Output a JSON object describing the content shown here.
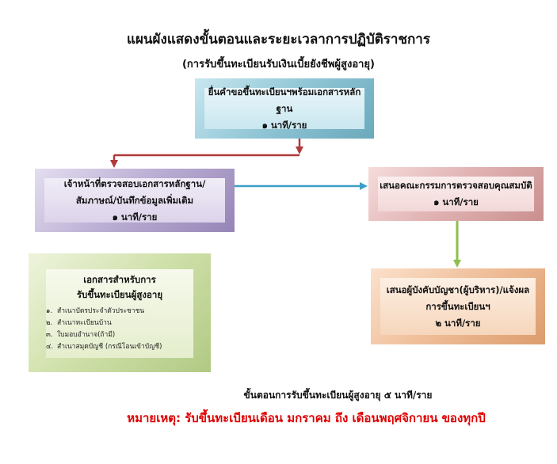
{
  "title": "แผนผังแสดงขั้นตอนและระยะเวลาการปฏิบัติราชการ",
  "subtitle": "(การรับขึ้นทะเบียนรับเงินเบี้ยยังชีพผู้สูงอายุ)",
  "steps": {
    "submit": {
      "line1": "ยื่นคำขอขึ้นทะเบียนฯพร้อมเอกสารหลักฐาน",
      "time": "๑ นาที/ราย"
    },
    "officer": {
      "line1": "เจ้าหน้าที่ตรวจสอบเอกสารหลักฐาน/",
      "line2": "สัมภาษณ์/บันทึกข้อมูลเพิ่มเติม",
      "time": "๑ นาที/ราย"
    },
    "committee": {
      "line1": "เสนอคณะกรรมการตรวจสอบคุณสมบัติ",
      "time": "๑ นาที/ราย"
    },
    "report": {
      "line1": "เสนอผู้บังคับบัญชา(ผู้บริหาร)/แจ้งผล",
      "line2": "การขึ้นทะเบียนฯ",
      "time": "๒ นาที/ราย"
    }
  },
  "documents": {
    "title_line1": "เอกสารสำหรับการ",
    "title_line2": "รับขึ้นทะเบียนผู้สูงอายุ",
    "items": [
      {
        "num": "๑.",
        "text": "สำเนาบัตรประจำตัวประชาชน"
      },
      {
        "num": "๒.",
        "text": "สำเนาทะเบียนบ้าน"
      },
      {
        "num": "๓.",
        "text": "ใบมอบอำนาจ(ถ้ามี)"
      },
      {
        "num": "๔.",
        "text": "สำเนาสมุดบัญชี (กรณีโอนเข้าบัญชี)"
      }
    ]
  },
  "footer": "ขั้นตอนการรับขึ้นทะเบียนผู้สูงอายุ   ๕ นาที/ราย",
  "note": "หมายเหตุ: รับขึ้นทะเบียนเดือน มกราคม ถึง เดือนพฤศจิกายน ของทุกปี",
  "colors": {
    "arrow_red": "#b03a3a",
    "arrow_blue": "#3e9fc6",
    "arrow_green": "#8fbf4a",
    "note_red": "#e00000"
  }
}
